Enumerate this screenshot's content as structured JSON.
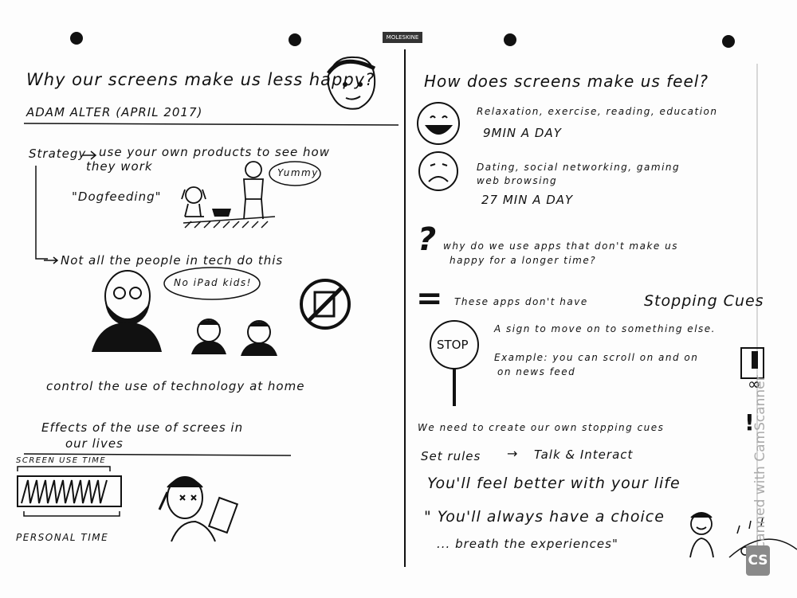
{
  "header_logo": "MOLESKINE",
  "left": {
    "title": "Why our screens make us less happy?",
    "author": "ADAM ALTER (APRIL 2017)",
    "strategy_label": "Strategy",
    "strategy_text_1": "use your own products to see how",
    "strategy_text_2": "they work",
    "dogfeeding": "\"Dogfeeding\"",
    "yummy": "Yummy",
    "not_all": "Not all the people in tech do this",
    "no_ipad": "No iPad kids!",
    "control": "control the use of technology at home",
    "effects_1": "Effects of the use of screes in",
    "effects_2": "our lives",
    "screen_use_time": "SCREEN USE TIME",
    "personal_time": "PERSONAL TIME"
  },
  "right": {
    "title": "How does screens make us feel?",
    "happy_1": "Relaxation, exercise, reading, education",
    "happy_2": "9MIN A DAY",
    "sad_1": "Dating, social networking, gaming",
    "sad_2": "web browsing",
    "sad_3": "27 MIN A DAY",
    "question_mark": "?",
    "why_1": "why do we use apps that don't make us",
    "why_2": "happy for a longer time?",
    "equals": "=",
    "these_apps": "These apps don't have",
    "stopping_cues": "Stopping Cues",
    "stop": "STOP",
    "sign": "A sign to move on to something else.",
    "example_1": "Example: you can scroll on and on",
    "example_2": "on news feed",
    "infinity": "∞",
    "we_need": "We need to create our own stopping cues",
    "exclaim": "!",
    "set_rules": "Set rules",
    "talk": "Talk & Interact",
    "feel_better": "You'll feel better with your life",
    "quote_1": "\" You'll always have a choice",
    "quote_2": "... breath the experiences\""
  },
  "watermark": {
    "text": "Scanned with CamScanner",
    "badge": "CS"
  },
  "colors": {
    "ink": "#111111",
    "paper": "#fdfdfd",
    "watermark": "#9a9a9a"
  }
}
